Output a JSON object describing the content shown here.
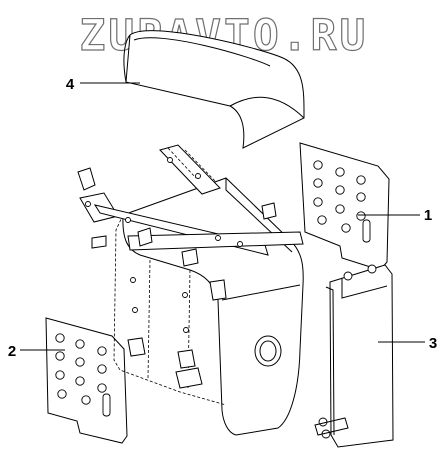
{
  "watermark": "ZURAVTO.RU",
  "corner_label": "",
  "callouts": {
    "c1": "1",
    "c2": "2",
    "c3": "3",
    "c4": "4"
  }
}
